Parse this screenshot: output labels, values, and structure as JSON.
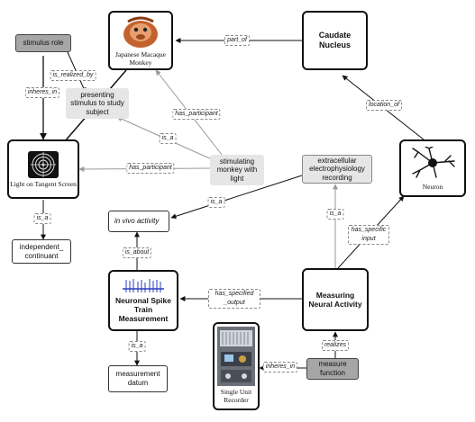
{
  "nodes": {
    "monkey": "Japanese Macaque Monkey",
    "caudate": "Caudate Nucleus",
    "stimulus_role": "stimulus role",
    "presenting": "presenting stimulus to study subject",
    "light": "Light on Tangent Screen",
    "stimulating": "stimulating monkey with light",
    "ephys": "extracellular electrophysiology recording",
    "neuron": "Neuron",
    "independent": "independent_ continuant",
    "invivo": "in vivo activity",
    "spike": "Neuronal Spike Train Measurement",
    "measuring": "Measuring Neural Activity",
    "datum": "measurement datum",
    "recorder": "Single Unit Recorder",
    "function": "measure function"
  },
  "edges": {
    "part_of": "part_of",
    "is_realized_by": "is_realized_by",
    "inheres_in_1": "inheres_in",
    "has_participant_1": "has_participant",
    "is_a_1": "is_a",
    "has_participant_2": "has_participant",
    "location_of": "location_of",
    "is_a_2": "is_a",
    "is_a_3": "is_a",
    "is_a_4": "is_a",
    "has_specific_input": "has_specific input",
    "is_about": "is_about",
    "has_specified_output": "has_specified _output",
    "is_a_5": "is_a",
    "realizes": "realizes",
    "inheres_in_2": "inheres_in"
  },
  "icons": [
    "monkey-icon",
    "target-icon",
    "neuron-icon",
    "spike-train-icon",
    "recorder-icon"
  ],
  "colors": {
    "line": "#111111",
    "grey_node": "#e6e6e6",
    "dark_node": "#a6a6a6"
  }
}
